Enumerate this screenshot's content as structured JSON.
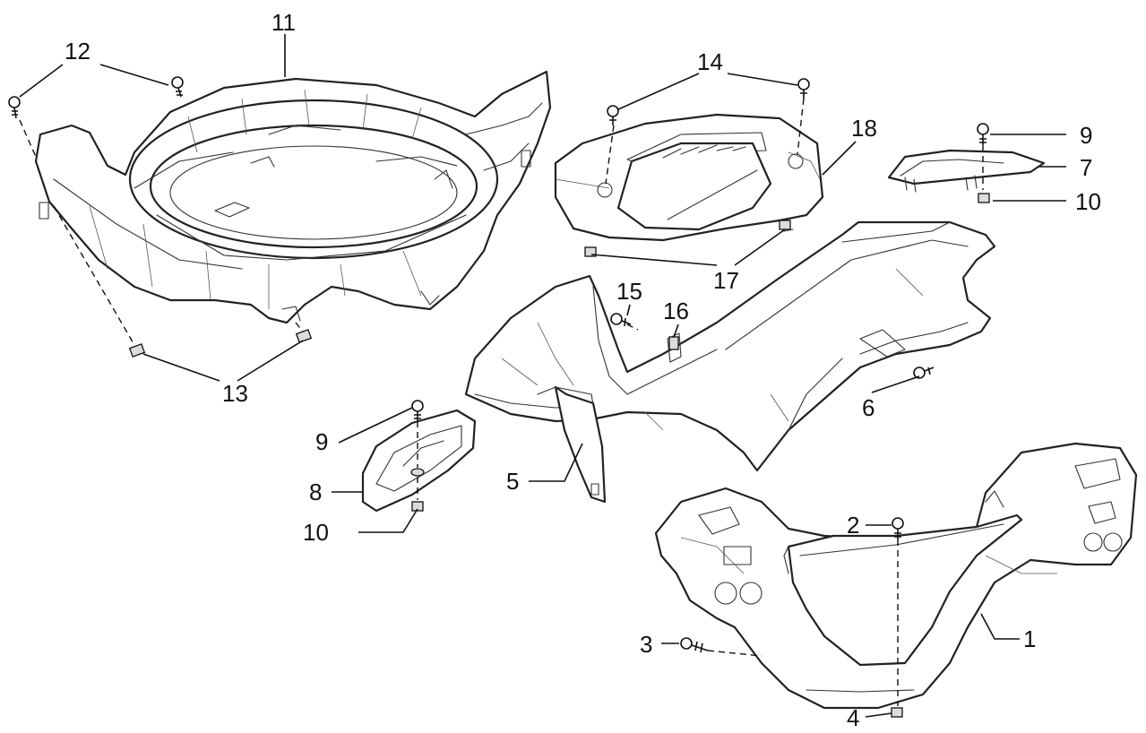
{
  "labels": {
    "l1": "1",
    "l2": "2",
    "l3": "3",
    "l4": "4",
    "l5": "5",
    "l6": "6",
    "l7": "7",
    "l8": "8",
    "l9a": "9",
    "l9b": "9",
    "l10a": "10",
    "l10b": "10",
    "l11": "11",
    "l12": "12",
    "l13": "13",
    "l14": "14",
    "l15": "15",
    "l16": "16",
    "l17": "17",
    "l18": "18"
  },
  "colors": {
    "line": "#222222",
    "background": "#ffffff"
  }
}
